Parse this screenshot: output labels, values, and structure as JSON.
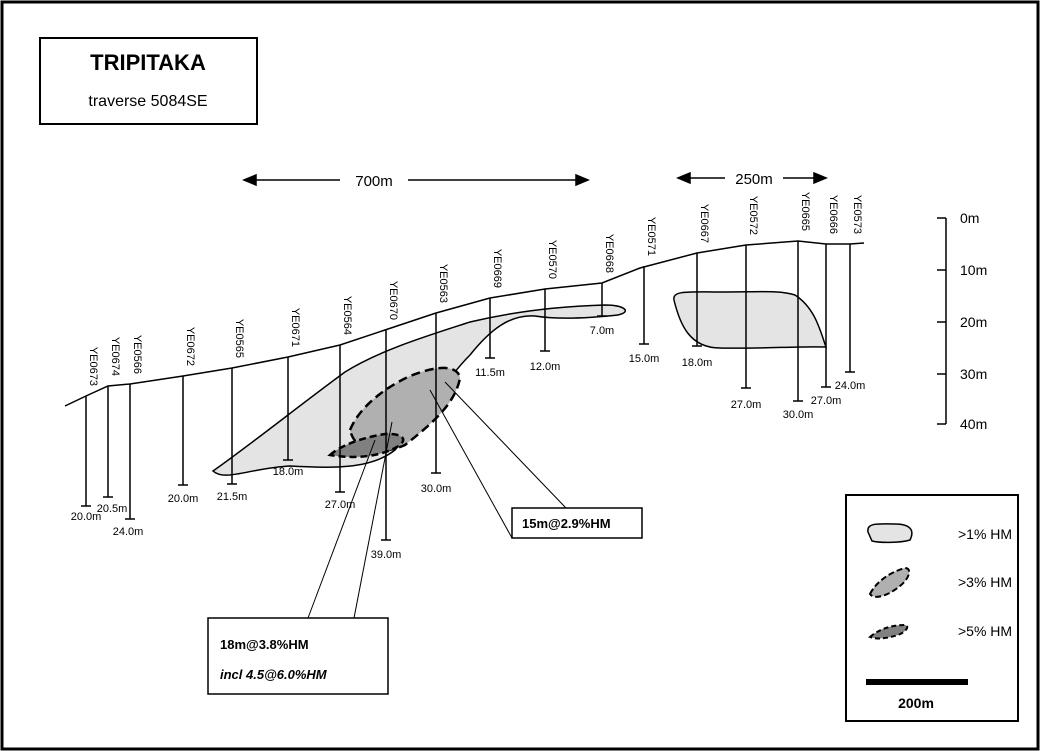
{
  "title": "TRIPITAKA",
  "subtitle": "traverse 5084SE",
  "distance_labels": [
    "700m",
    "250m"
  ],
  "depth_scale": [
    "0m",
    "10m",
    "20m",
    "30m",
    "40m"
  ],
  "holes": [
    {
      "id": "YE0673",
      "depth": "20.0m"
    },
    {
      "id": "YE0674",
      "depth": "20.5m"
    },
    {
      "id": "YE0566",
      "depth": "24.0m"
    },
    {
      "id": "YE0672",
      "depth": "20.0m"
    },
    {
      "id": "YE0565",
      "depth": "21.5m"
    },
    {
      "id": "YE0671",
      "depth": "18.0m"
    },
    {
      "id": "YE0564",
      "depth": "27.0m"
    },
    {
      "id": "YE0670",
      "depth": "39.0m"
    },
    {
      "id": "YE0563",
      "depth": "30.0m"
    },
    {
      "id": "YE0669",
      "depth": "11.5m"
    },
    {
      "id": "YE0570",
      "depth": "12.0m"
    },
    {
      "id": "YE0668",
      "depth": "7.0m"
    },
    {
      "id": "YE0571",
      "depth": "15.0m"
    },
    {
      "id": "YE0667",
      "depth": "18.0m"
    },
    {
      "id": "YE0572",
      "depth": "27.0m"
    },
    {
      "id": "YE0665",
      "depth": "30.0m"
    },
    {
      "id": "YE0666",
      "depth": "27.0m"
    },
    {
      "id": "YE0573",
      "depth": "24.0m"
    }
  ],
  "callouts": {
    "intercept_1": "15m@2.9%HM",
    "intercept_2_line1": "18m@3.8%HM",
    "intercept_2_line2": "incl 4.5@6.0%HM"
  },
  "legend": {
    "items": [
      ">1% HM",
      ">3% HM",
      ">5% HM"
    ],
    "scale_label": "200m"
  },
  "colors": {
    "zone_1pct": "#e4e4e4",
    "zone_3pct": "#b0b0b0",
    "zone_5pct": "#808080"
  }
}
